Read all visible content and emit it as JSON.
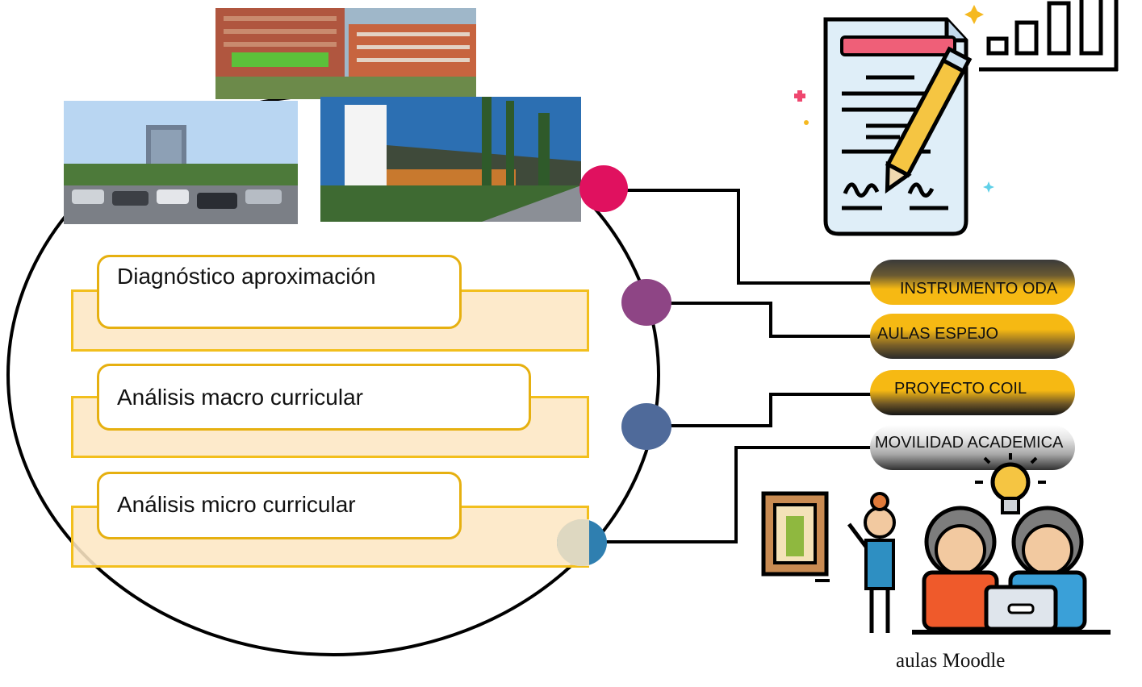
{
  "steps": [
    {
      "label": "Diagnóstico aproximación"
    },
    {
      "label": "Análisis macro curricular"
    },
    {
      "label": "Análisis micro curricular"
    }
  ],
  "outputs": [
    {
      "label": "INSTRUMENTO ODA"
    },
    {
      "label": "AULAS ESPEJO"
    },
    {
      "label": "PROYECTO COIL"
    },
    {
      "label": "MOVILIDAD ACADEMICA"
    }
  ],
  "caption": "aulas Moodle",
  "colors": {
    "band_fill": "#fde7c4",
    "band_border": "#f2bf1d",
    "dot_1": "#e0115f",
    "dot_2": "#8e4585",
    "dot_3": "#4f6a9a",
    "dot_4": "#2f7fb0",
    "pill_gold": "#f6b913",
    "pill_dark": "#2b2b2b",
    "pill_grey": "#bdbdbd"
  },
  "icons": [
    "campus-photo",
    "document-with-pen-icon",
    "bar-chart-icon",
    "teacher-and-students-icon",
    "lightbulb-icon"
  ]
}
